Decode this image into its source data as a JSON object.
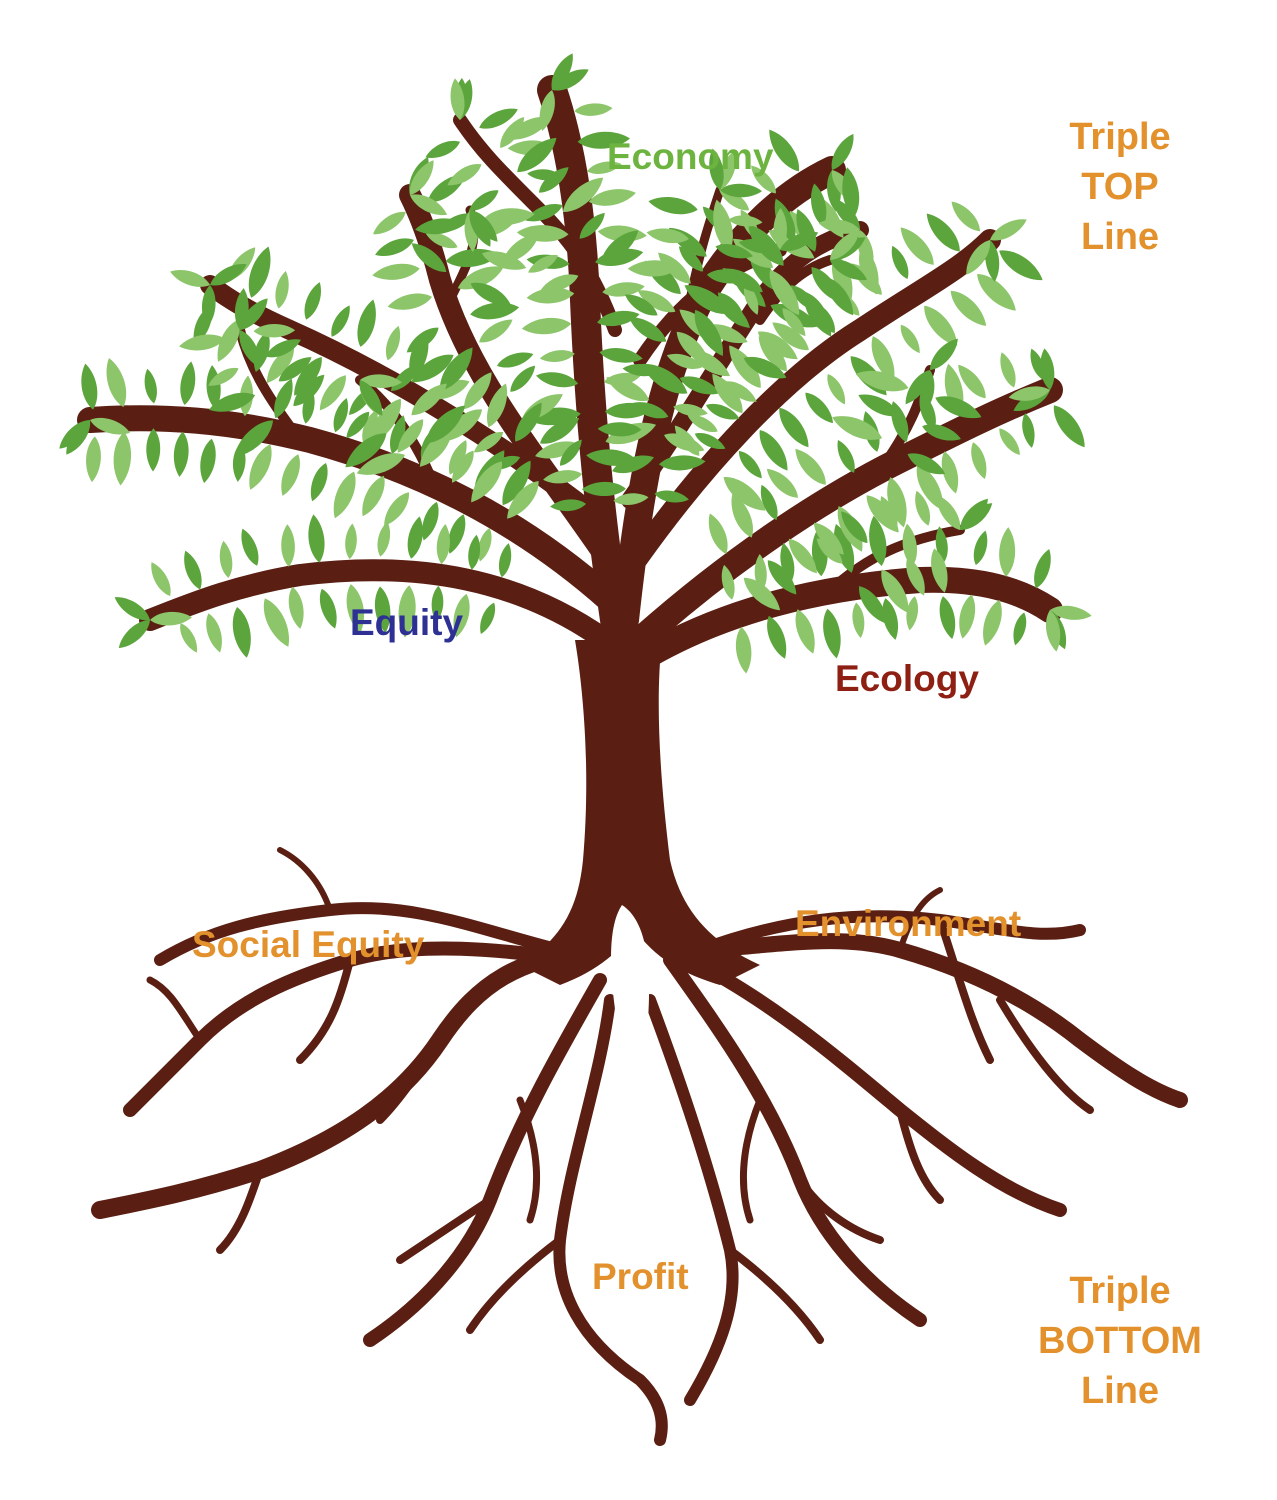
{
  "colors": {
    "trunk": "#5a1f12",
    "leaf_light": "#8cc56a",
    "leaf_dark": "#5ca53d",
    "orange": "#e2912c",
    "green": "#6db33f",
    "blue": "#2e3193",
    "red": "#8e2013"
  },
  "labels": {
    "economy": "Economy",
    "equity": "Equity",
    "ecology": "Ecology",
    "social_equity": "Social Equity",
    "environment": "Environment",
    "profit": "Profit"
  },
  "top_line": {
    "line1": "Triple",
    "line2": "TOP",
    "line3": "Line"
  },
  "bottom_line": {
    "line1": "Triple",
    "line2": "BOTTOM",
    "line3": "Line"
  }
}
